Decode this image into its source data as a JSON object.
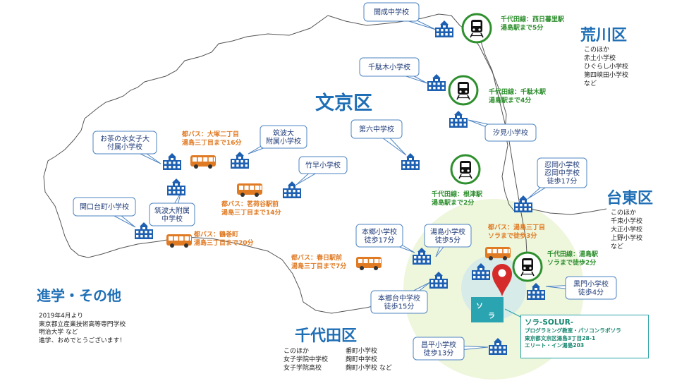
{
  "districts": {
    "bunkyo": "文京区",
    "arakawa": "荒川区",
    "taito": "台東区",
    "chiyoda": "千代田区"
  },
  "district_notes": {
    "arakawa": [
      "このほか",
      "赤土小学校",
      "ひぐらし小学校",
      "第四峡田小学校",
      "など"
    ],
    "taito": [
      "このほか",
      "千束小学校",
      "大正小学校",
      "上野小学校",
      "など"
    ],
    "chiyoda_col1": [
      "このほか",
      "女子学院中学校",
      "女子学院高校"
    ],
    "chiyoda_col2": [
      "番町小学校",
      "麹町中学校",
      "麹町小学校 など"
    ]
  },
  "schools": [
    {
      "id": "kaisei",
      "lines": [
        "開成中学校"
      ]
    },
    {
      "id": "sendagi",
      "lines": [
        "千駄木小学校"
      ]
    },
    {
      "id": "shiomi",
      "lines": [
        "汐見小学校"
      ]
    },
    {
      "id": "dairoku",
      "lines": [
        "第六中学校"
      ]
    },
    {
      "id": "ochanomizu",
      "lines": [
        "お茶の水女子大",
        "付属小学校"
      ]
    },
    {
      "id": "tsukuba-fuzoku",
      "lines": [
        "筑波大",
        "附属小学校"
      ]
    },
    {
      "id": "takehaya",
      "lines": [
        "竹早小学校"
      ]
    },
    {
      "id": "sekiguchi",
      "lines": [
        "関口台町小学校"
      ]
    },
    {
      "id": "tsukuba-chu",
      "lines": [
        "筑波大附属",
        "中学校"
      ]
    },
    {
      "id": "shinobugaoka",
      "lines": [
        "忍岡小学校",
        "忍岡中学校",
        "徒歩17分"
      ]
    },
    {
      "id": "hongo-sho",
      "lines": [
        "本郷小学校",
        "徒歩17分"
      ]
    },
    {
      "id": "yushima-sho",
      "lines": [
        "湯島小学校",
        "徒歩5分"
      ]
    },
    {
      "id": "kuromon",
      "lines": [
        "黒門小学校",
        "徒歩4分"
      ]
    },
    {
      "id": "hongodai",
      "lines": [
        "本郷台中学校",
        "徒歩15分"
      ]
    },
    {
      "id": "shohei",
      "lines": [
        "昌平小学校",
        "徒歩13分"
      ]
    }
  ],
  "trains": [
    {
      "id": "nishinippori",
      "lines": [
        "千代田線：西日暮里駅",
        "湯島駅まで5分"
      ]
    },
    {
      "id": "sendagi-st",
      "lines": [
        "千代田線：千駄木駅",
        "湯島駅まで4分"
      ]
    },
    {
      "id": "nezu",
      "lines": [
        "千代田線：根津駅",
        "湯島駅まで2分"
      ]
    },
    {
      "id": "yushima-st",
      "lines": [
        "千代田線：湯島駅",
        "ソラまで徒歩2分"
      ]
    }
  ],
  "buses": [
    {
      "id": "otsuka",
      "lines": [
        "都バス：大塚二丁目",
        "湯島三丁目まで16分"
      ]
    },
    {
      "id": "myogadani",
      "lines": [
        "都バス：茗荷谷駅前",
        "湯島三丁目まで14分"
      ]
    },
    {
      "id": "gokokuji",
      "lines": [
        "都バス：鶴巻町",
        "湯島三丁目まで20分"
      ]
    },
    {
      "id": "kasuga",
      "lines": [
        "都バス：春日駅前",
        "湯島三丁目まで7分"
      ]
    },
    {
      "id": "yushima3",
      "lines": [
        "都バス：湯島三丁目",
        "ソラまで徒歩3分"
      ]
    }
  ],
  "solur": {
    "sign": [
      "ソ",
      "ラ"
    ],
    "title": "ソラ-SOLUR-",
    "line1": "プログラミング教室・パソコンラボソラ",
    "line2": "東京都文京区湯島3丁目28-1",
    "line3": "エリート・イン湯島203"
  },
  "achievements": {
    "title": "進学・その他",
    "lines": [
      "2019年4月より",
      "東京都立産業技術高等専門学校",
      "明治大学 など",
      "進学、おめでとうございます！"
    ]
  },
  "colors": {
    "district": "#1f6fb6",
    "train": "#2e8f2e",
    "bus": "#e07a23",
    "callout_border": "#4d84c2",
    "callout_fill": "#ffffff",
    "school_icon": "#1d5fb1",
    "radius_outer": "#eef6dc",
    "radius_inner": "#d7ebe9",
    "pin": "#d62b2b",
    "solur_accent": "#2ba3a9"
  }
}
